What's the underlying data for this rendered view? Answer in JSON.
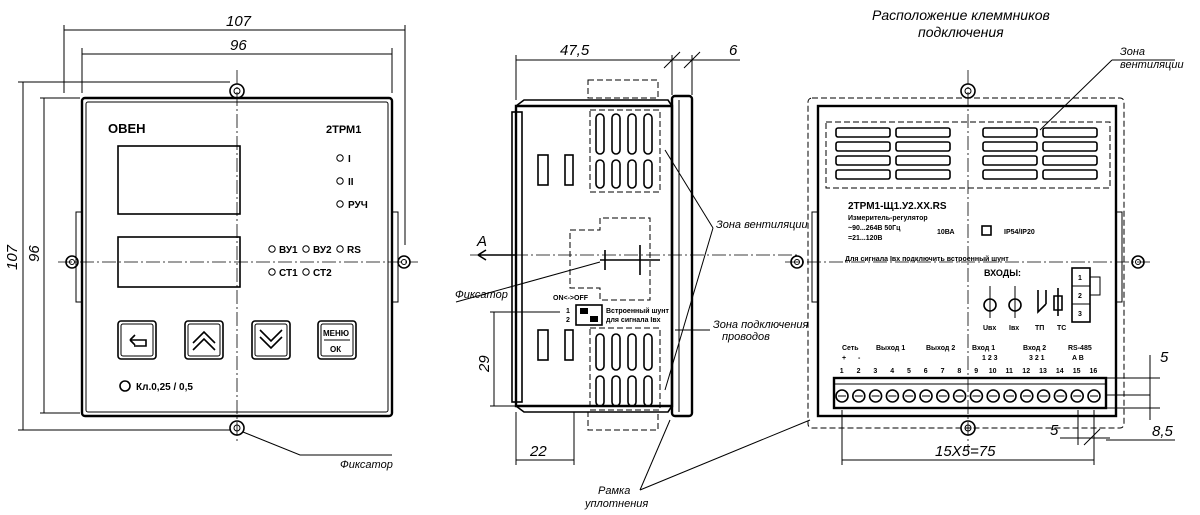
{
  "front": {
    "dims": {
      "outer_w": "107",
      "inner_w": "96",
      "outer_h": "107",
      "inner_h": "96"
    },
    "brand": "OBEH",
    "model": "2ТРМ1",
    "ind_i": "I",
    "ind_ii": "II",
    "ind_ruch": "РУЧ",
    "ind_vu1": "ВУ1",
    "ind_vu2": "ВУ2",
    "ind_rs": "RS",
    "ind_st1": "СТ1",
    "ind_st2": "СТ2",
    "btn_menu_top": "МЕНЮ",
    "btn_menu_bottom": "ОК",
    "accuracy": "Кл.0,25 / 0,5",
    "latch_label": "Фиксатор"
  },
  "side": {
    "dims": {
      "depth": "47,5",
      "frame": "6",
      "offset": "22",
      "height": "29"
    },
    "view_arrow": "A",
    "vent_label": "Зона вентиляции",
    "latch_label": "Фиксатор",
    "wires_label_1": "Зона подключения",
    "wires_label_2": "проводов",
    "seal_label_1": "Рамка",
    "seal_label_2": "уплотнения",
    "switch_title": "ON<->OFF",
    "switch_n1": "1",
    "switch_n2": "2",
    "shunt_1": "Встроенный шунт",
    "shunt_2": "для сигнала Iвх"
  },
  "rear": {
    "title_1": "Расположение клеммников",
    "title_2": "подключения",
    "vent_label_1": "Зона",
    "vent_label_2": "вентиляции",
    "model_code": "2ТРМ1-Щ1.У2.XX.RS",
    "desc_1": "Измеритель-регулятор",
    "desc_2": "~90...264В 50Гц",
    "desc_3": "=21...120В",
    "current": "10ВА",
    "protection": "IP54/IP20",
    "shunt_note": "Для сигнала Iвх подключить встроенный шунт",
    "inputs_label": "ВХОДЫ:",
    "sym_uvx": "Uвх",
    "sym_ivx": "Iвх",
    "sym_tp": "ТП",
    "sym_ts": "ТС",
    "box_1": "1",
    "box_2": "2",
    "box_3": "3",
    "grp_set": "Сеть",
    "grp_out1": "Выход 1",
    "grp_out2": "Выход 2",
    "grp_in1": "Вход 1",
    "grp_in2": "Вход 2",
    "grp_rs": "RS-485",
    "pol_plus": "+",
    "pol_minus": "-",
    "in1_nums": "1 2 3",
    "in2_nums": "3 2 1",
    "rs_ab": "A B",
    "term_nums": [
      "1",
      "2",
      "3",
      "4",
      "5",
      "6",
      "7",
      "8",
      "9",
      "10",
      "11",
      "12",
      "13",
      "14",
      "15",
      "16"
    ],
    "dims": {
      "pitch": "15Х5=75",
      "d5a": "5",
      "d5b": "5",
      "d85": "8,5"
    }
  }
}
